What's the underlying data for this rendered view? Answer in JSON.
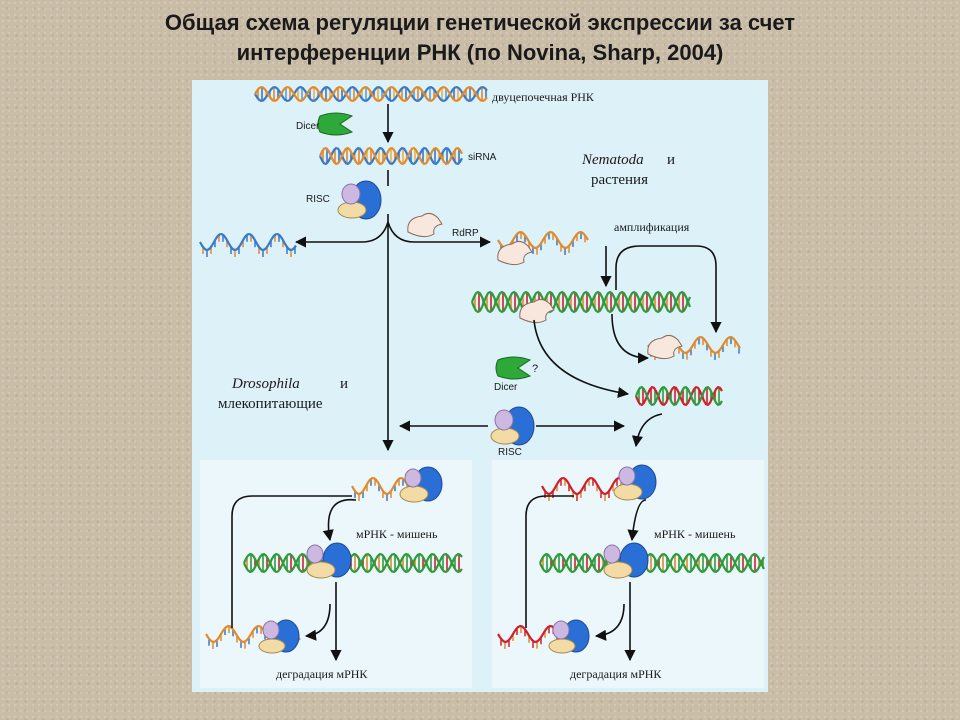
{
  "title": {
    "line1": "Общая схема регуляции генетической экспрессии за счет",
    "line2": "интерференции РНК (по Novina, Sharp, 2004)"
  },
  "labels": {
    "dsrna": "двуцепочечная РНК",
    "dicer_top": "Dicer",
    "sirna": "siRNA",
    "risc_top": "RISC",
    "rdrp": "RdRP",
    "nematoda": "Nematoda",
    "nematoda_tail": "и",
    "plants": "растения",
    "amplification": "амплификация",
    "drosophila": "Drosophila",
    "drosophila_tail": "и",
    "mammals": "млекопитающие",
    "dicer_mid": "Dicer",
    "question": "?",
    "risc_mid": "RISC",
    "target_left": "мРНК - мишень",
    "target_right": "мРНК - мишень",
    "degradation_left": "деградация мРНК",
    "degradation_right": "деградация мРНК"
  },
  "colors": {
    "panel": "#ddf1f8",
    "subpanel": "#ecf7fb",
    "strand_blue": "#3a78c8",
    "strand_orange": "#e08a2a",
    "strand_green": "#2e9a3c",
    "strand_red": "#d0202a",
    "dicer": "#2fa83a",
    "risc_blue": "#2a6fd6",
    "risc_lilac": "#cdb8e2",
    "risc_cream": "#f2dba4",
    "rdrp": "#f7e7dc"
  }
}
